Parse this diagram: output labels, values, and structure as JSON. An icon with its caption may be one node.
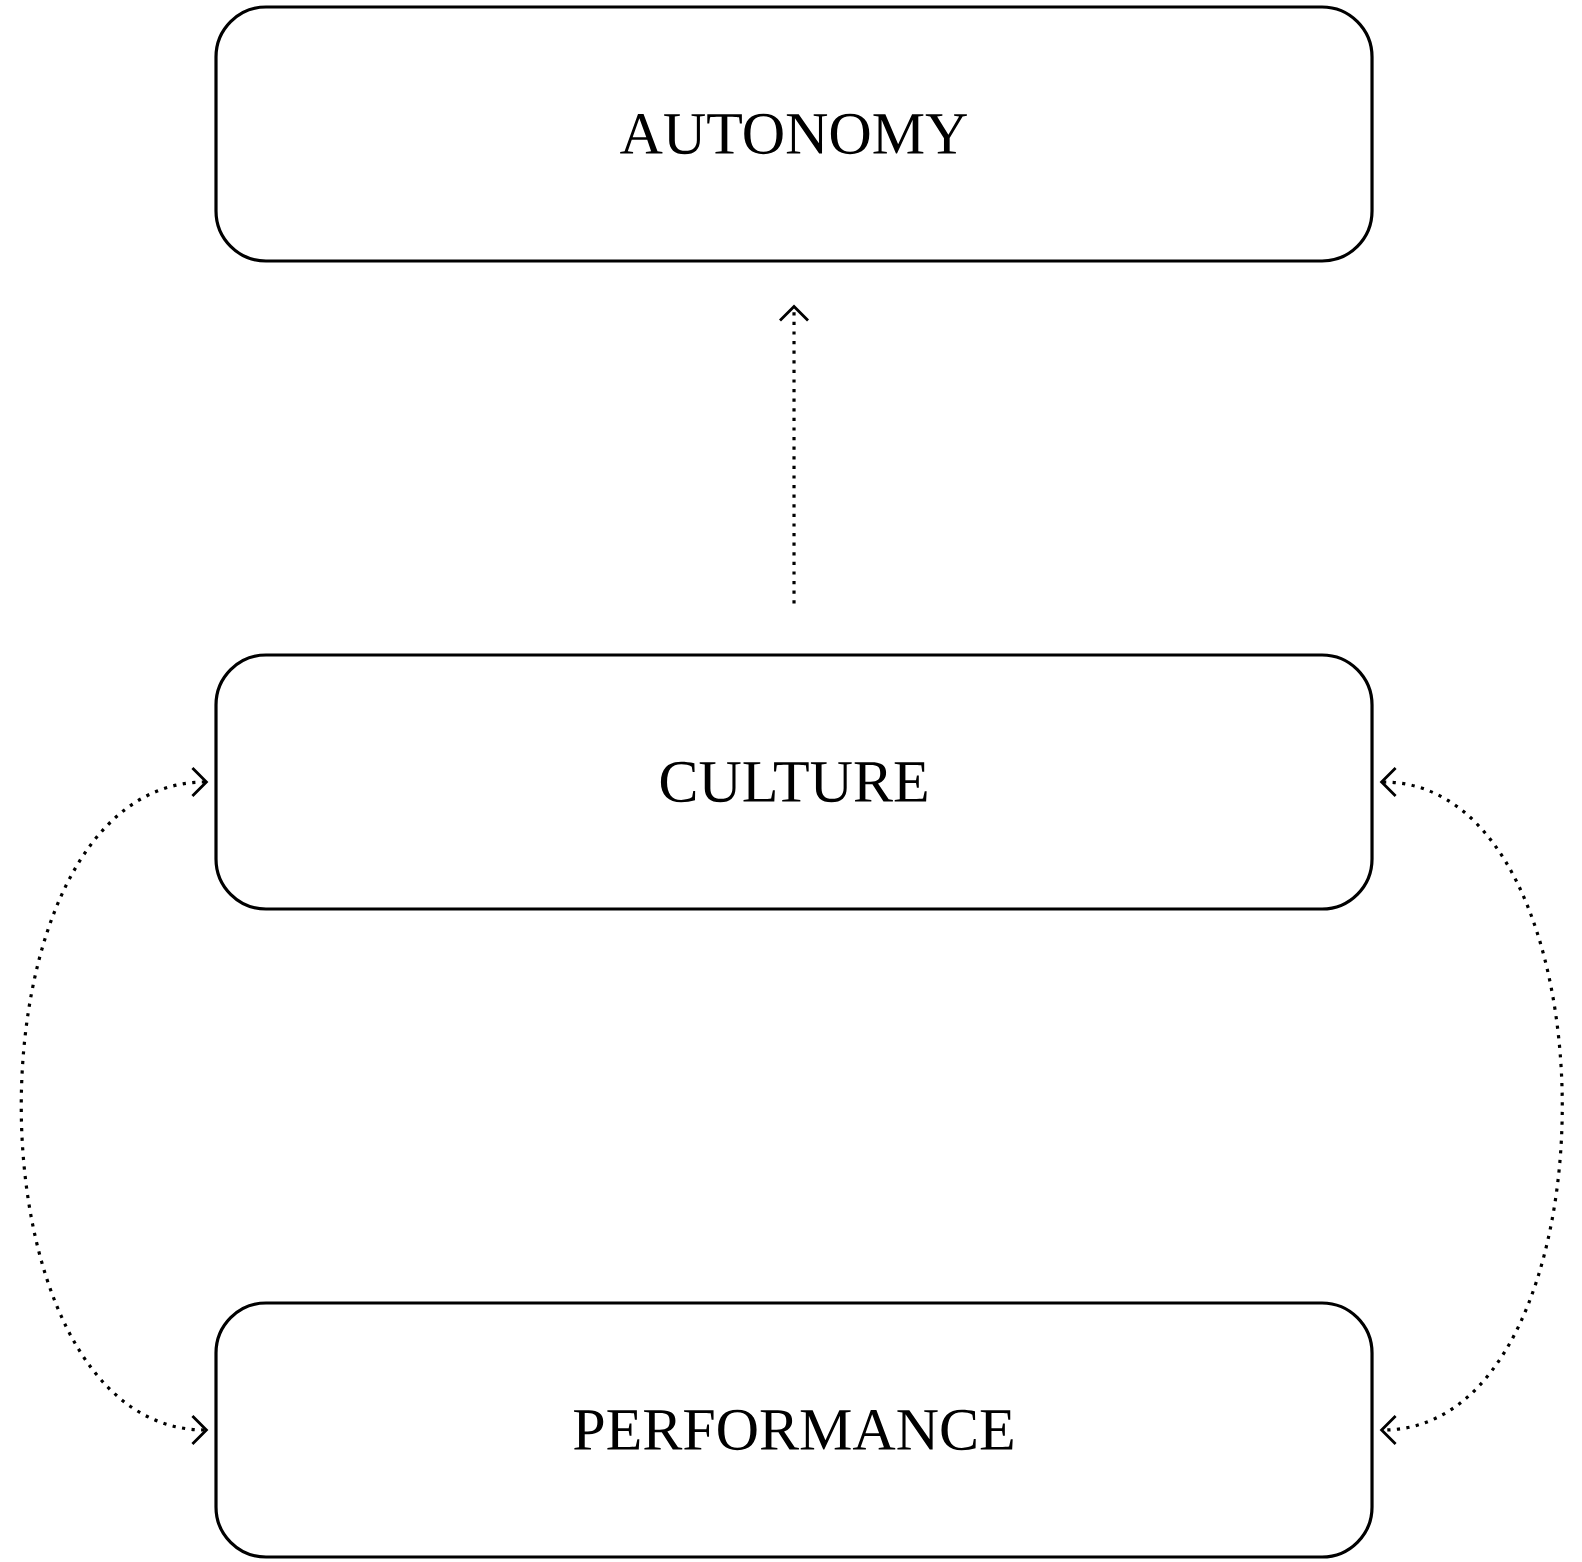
{
  "diagram": {
    "nodes": [
      {
        "text": [
          "AUTONOMY"
        ]
      },
      {
        "text": [
          "CULTURE"
        ]
      },
      {
        "text": [
          "PERFORMANCE"
        ]
      }
    ],
    "edges": [
      {
        "from": 1,
        "to": 0,
        "arrow": "to",
        "style": "dashed"
      },
      {
        "from": 1,
        "to": 2,
        "arrow": "both",
        "style": "dashed"
      },
      {
        "from": 1,
        "to": 2,
        "arrow": "both",
        "style": "dashed"
      }
    ]
  }
}
